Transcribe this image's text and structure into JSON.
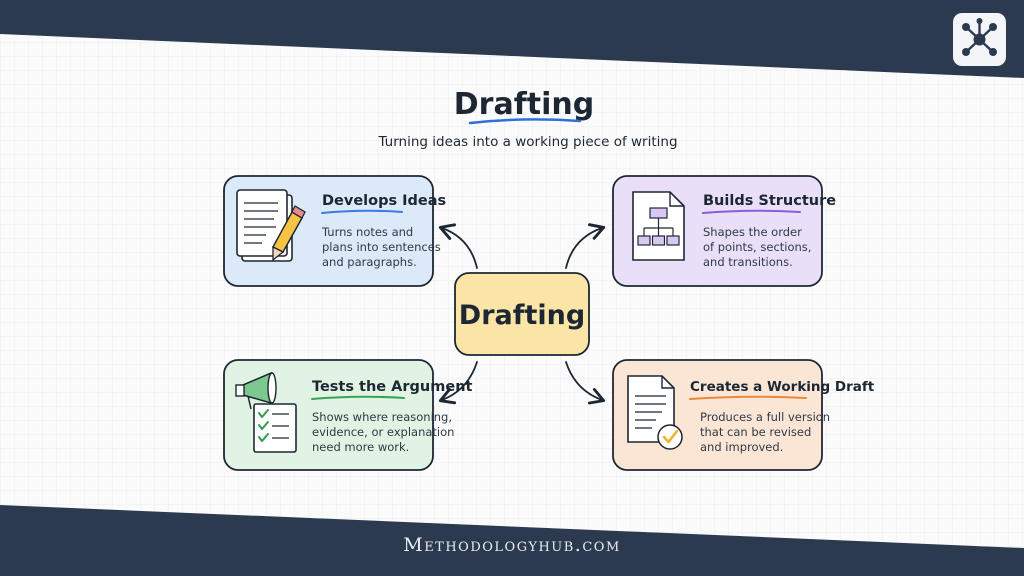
{
  "header": {
    "title": "Drafting",
    "subtitle": "Turning ideas into a working piece of writing"
  },
  "center": {
    "label": "Drafting"
  },
  "cards": [
    {
      "title": "Develops Ideas",
      "body": [
        "Turns notes and",
        "plans into sentences",
        "and paragraphs."
      ],
      "icon": "document-pencil-icon",
      "fill": "#dbe9f9",
      "accent": "#3c7be0"
    },
    {
      "title": "Builds Structure",
      "body": [
        "Shapes the order",
        "of points, sections,",
        "and transitions."
      ],
      "icon": "document-hierarchy-icon",
      "fill": "#eadff8",
      "accent": "#8a5cd6"
    },
    {
      "title": "Tests the Argument",
      "body": [
        "Shows where reasoning,",
        "evidence, or explanation",
        "need more work."
      ],
      "icon": "megaphone-checklist-icon",
      "fill": "#e1f3e3",
      "accent": "#3aa35a"
    },
    {
      "title": "Creates a Working Draft",
      "body": [
        "Produces a full version",
        "that can be revised",
        "and improved."
      ],
      "icon": "document-check-icon",
      "fill": "#fbe6d6",
      "accent": "#e88a3a"
    }
  ],
  "footer": {
    "site": "Methodologyhub.com"
  },
  "colors": {
    "banner": "#2c3a50",
    "center_fill": "#fbe5a6",
    "title_underline": "#2f6fdd",
    "check_accent": "#f0b429"
  }
}
